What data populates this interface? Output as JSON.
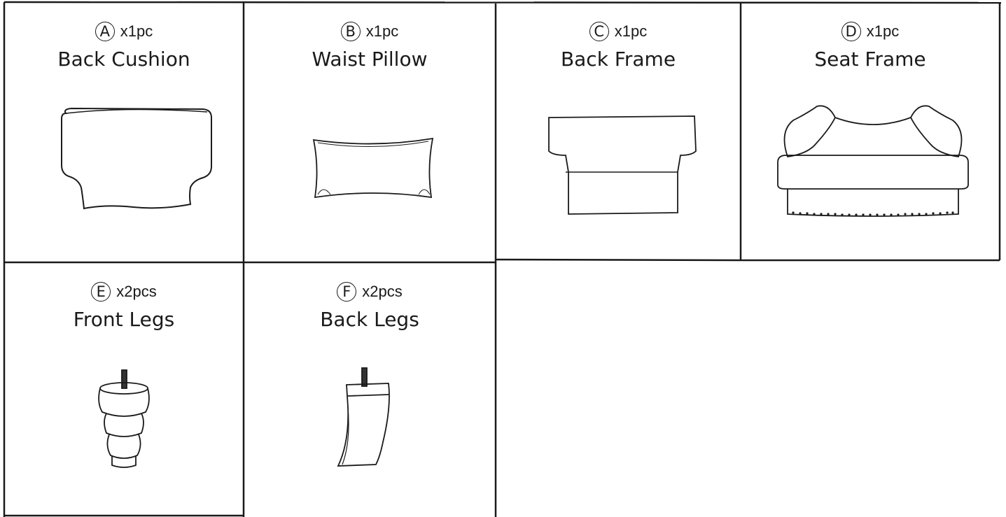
{
  "parts": [
    {
      "letter": "A",
      "qty": "x1pc",
      "name": "Back Cushion",
      "icon": "back-cushion-icon"
    },
    {
      "letter": "B",
      "qty": "x1pc",
      "name": "Waist Pillow",
      "icon": "waist-pillow-icon"
    },
    {
      "letter": "C",
      "qty": "x1pc",
      "name": "Back Frame",
      "icon": "back-frame-icon"
    },
    {
      "letter": "D",
      "qty": "x1pc",
      "name": "Seat Frame",
      "icon": "seat-frame-icon"
    },
    {
      "letter": "E",
      "qty": "x2pcs",
      "name": "Front Legs",
      "icon": "front-leg-icon"
    },
    {
      "letter": "F",
      "qty": "x2pcs",
      "name": "Back Legs",
      "icon": "back-leg-icon"
    }
  ]
}
